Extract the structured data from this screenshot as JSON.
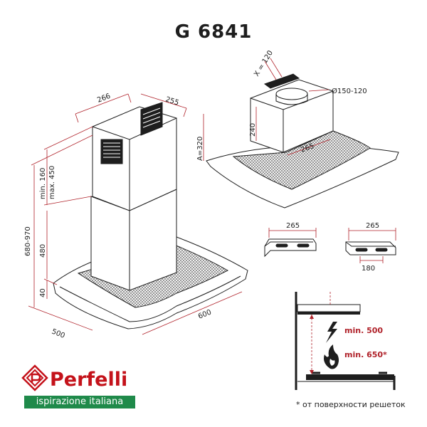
{
  "title": "G 6841",
  "brand": {
    "name": "Perfelli",
    "tagline": "ispirazione italiana",
    "colors": {
      "red": "#c4121a",
      "green": "#1f8a4a",
      "dimension": "#b0222a",
      "line": "#1e1e1e"
    },
    "logo_icon": "perfelli-diamond-logo"
  },
  "main_view": {
    "depth": "266",
    "width_top": "255",
    "height_total": "680-970",
    "chimney_adjust_min": "min. 160",
    "chimney_adjust_max": "max. 450",
    "lower_height": "480",
    "canopy_height": "40",
    "base_depth": "500",
    "base_width": "600"
  },
  "top_view": {
    "outlet_label": "X = 120",
    "outlet_diameter": "Ø150-120",
    "body_height": "240",
    "body_width": "265",
    "total_height": "A=320"
  },
  "bracket_left": {
    "width": "265"
  },
  "bracket_right": {
    "width": "265",
    "hole_spacing": "180"
  },
  "clearance": {
    "electric_min": "min. 500",
    "gas_min": "min. 650*",
    "electric_icon": "lightning-icon",
    "gas_icon": "flame-icon"
  },
  "footnote": "* от поверхности решеток"
}
